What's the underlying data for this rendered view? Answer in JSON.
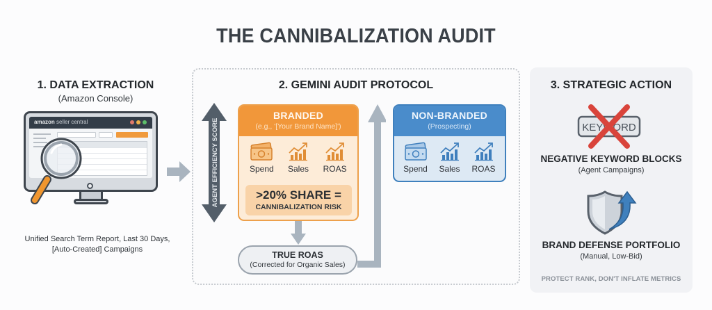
{
  "title": "THE CANNIBALIZATION AUDIT",
  "section1": {
    "title": "1. DATA EXTRACTION",
    "subtitle": "(Amazon Console)",
    "screen_brand": "amazon",
    "screen_brand_suffix": " seller central",
    "caption_line1": "Unified Search Term Report, Last 30 Days,",
    "caption_line2": "[Auto-Created] Campaigns",
    "icons": [
      "monitor-icon",
      "magnifier-icon"
    ]
  },
  "section2": {
    "title": "2. GEMINI AUDIT PROTOCOL",
    "efficiency_axis_label": "AGENT EFFICIENCY SCORE",
    "branded": {
      "title": "BRANDED",
      "subtitle": "(e.g., '[Your Brand Name]')",
      "metrics": [
        {
          "label": "Spend",
          "icon": "money-icon"
        },
        {
          "label": "Sales",
          "icon": "bar-chart-up-icon"
        },
        {
          "label": "ROAS",
          "icon": "bar-chart-up-icon"
        }
      ],
      "risk_line1": ">20% SHARE =",
      "risk_line2": "CANNIBALIZATION RISK"
    },
    "non_branded": {
      "title": "NON-BRANDED",
      "subtitle": "(Prospecting)",
      "metrics": [
        {
          "label": "Spend",
          "icon": "money-icon"
        },
        {
          "label": "Sales",
          "icon": "bar-chart-up-icon"
        },
        {
          "label": "ROAS",
          "icon": "bar-chart-up-icon"
        }
      ]
    },
    "true_roas": {
      "title": "TRUE ROAS",
      "subtitle": "(Corrected for Organic Sales)"
    }
  },
  "section3": {
    "title": "3. STRATEGIC ACTION",
    "keyword_tag": "KEYWORD",
    "negative_title": "NEGATIVE KEYWORD BLOCKS",
    "negative_sub": "(Agent Campaigns)",
    "defense_title": "BRAND DEFENSE PORTFOLIO",
    "defense_sub": "(Manual, Low-Bid)",
    "footer": "PROTECT RANK, DON'T INFLATE METRICS"
  },
  "colors": {
    "orange": "#f1973a",
    "orange_light": "#fdecd8",
    "blue": "#4a8ccb",
    "blue_light": "#dde9f4",
    "slate": "#4e5a66",
    "red_x": "#d9443b",
    "arrow_gray": "#a9b4bf"
  }
}
